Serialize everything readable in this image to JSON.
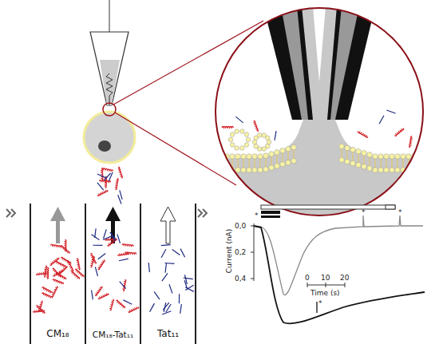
{
  "diagram": {
    "nodes": [
      {
        "text": [
          "CM₁₈"
        ]
      },
      {
        "text": [
          "CM₁₈-Tat₁₁"
        ]
      },
      {
        "text": [
          "Tat₁₁"
        ]
      }
    ],
    "labels": [
      "0,0",
      "0,2",
      "0,4",
      "Current (nA)",
      "0",
      "10",
      "20",
      "Time (s)",
      "*",
      "*",
      "*",
      "*"
    ]
  }
}
